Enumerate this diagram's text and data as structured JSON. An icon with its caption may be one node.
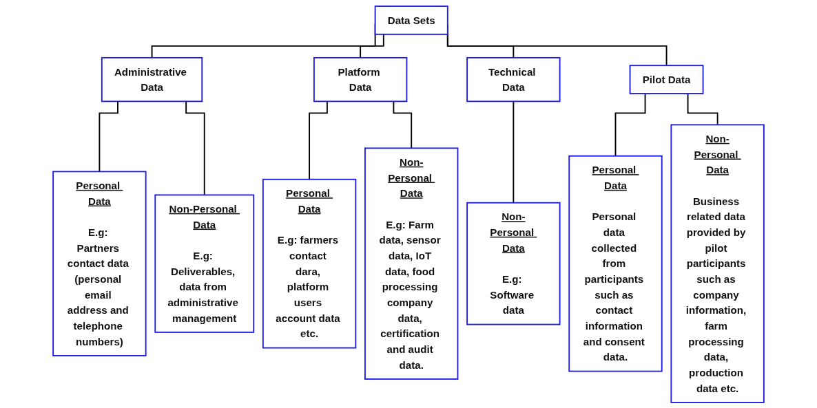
{
  "diagram": {
    "nodes": [
      {
        "text": [
          "Data Sets"
        ]
      },
      {
        "text": [
          "Administrative Data"
        ]
      },
      {
        "text": [
          "Platform Data"
        ]
      },
      {
        "text": [
          "Technical Data"
        ]
      },
      {
        "text": [
          "Pilot Data"
        ]
      },
      {
        "text": [
          "Personal Data",
          "E.g: Partners contact data (personal email address and telephone numbers)"
        ]
      },
      {
        "text": [
          "Non-Personal Data",
          "E.g: Deliverables, data from administrative management"
        ]
      },
      {
        "text": [
          "Personal Data",
          "E.g: farmers contact dara, platform users account data etc."
        ]
      },
      {
        "text": [
          "Non-Personal Data",
          "E.g: Farm data, sensor data, IoT data, food processing company data, certification and audit data."
        ]
      },
      {
        "text": [
          "Non-Personal Data",
          "E.g: Software data"
        ]
      },
      {
        "text": [
          "Personal Data",
          "Personal data collected from participants such as contact information and consent data."
        ]
      },
      {
        "text": [
          "Non-Personal Data",
          "Business related data provided by pilot participants such as company information, farm processing data, production data etc."
        ]
      }
    ],
    "edges": [
      {
        "from": 0,
        "to": 1,
        "arrow": "none"
      },
      {
        "from": 0,
        "to": 2,
        "arrow": "none"
      },
      {
        "from": 0,
        "to": 3,
        "arrow": "none"
      },
      {
        "from": 0,
        "to": 4,
        "arrow": "none"
      },
      {
        "from": 1,
        "to": 5,
        "arrow": "none"
      },
      {
        "from": 1,
        "to": 6,
        "arrow": "none"
      },
      {
        "from": 2,
        "to": 7,
        "arrow": "none"
      },
      {
        "from": 2,
        "to": 8,
        "arrow": "none"
      },
      {
        "from": 3,
        "to": 9,
        "arrow": "none"
      },
      {
        "from": 4,
        "to": 10,
        "arrow": "none"
      },
      {
        "from": 4,
        "to": 11,
        "arrow": "none"
      }
    ]
  }
}
